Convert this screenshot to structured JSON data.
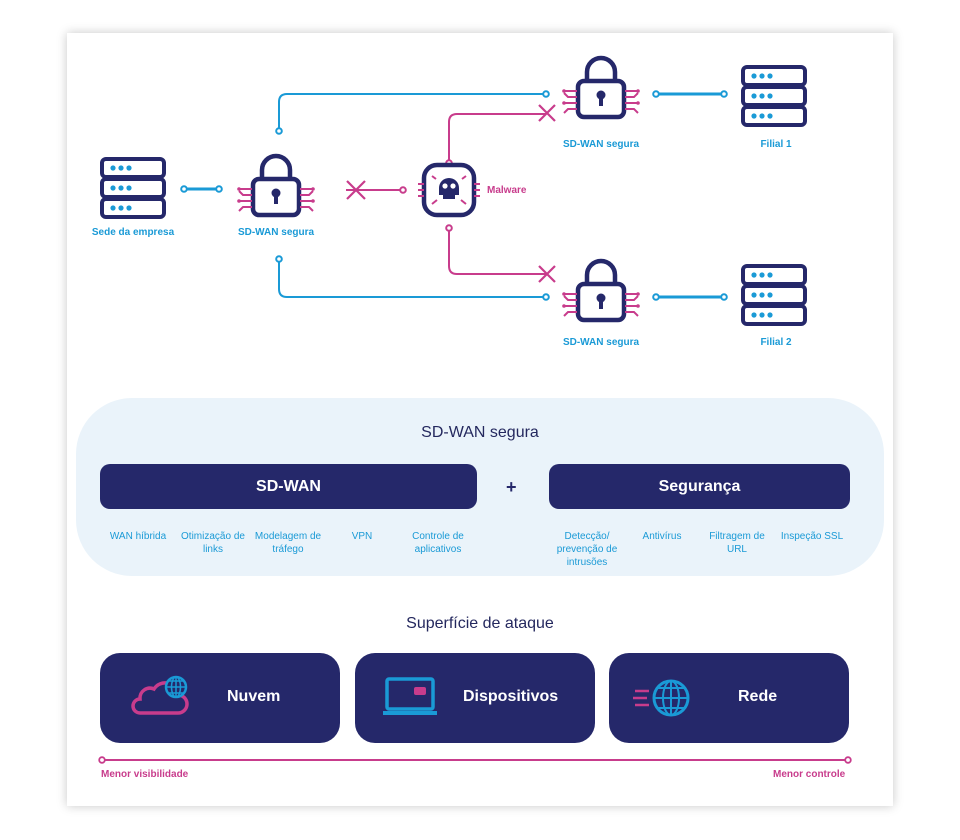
{
  "network": {
    "hq_label": "Sede da empresa",
    "sdwan_main_label": "SD-WAN segura",
    "malware_label": "Malware",
    "sdwan_top_label": "SD-WAN segura",
    "sdwan_bottom_label": "SD-WAN segura",
    "branch1_label": "Filial 1",
    "branch2_label": "Filial 2"
  },
  "panel": {
    "title": "SD-WAN segura",
    "left_pill": "SD-WAN",
    "plus": "+",
    "right_pill": "Segurança",
    "left_features": [
      "WAN híbrida",
      "Otimização de links",
      "Modelagem de tráfego",
      "VPN",
      "Controle de aplicativos"
    ],
    "right_features": [
      "Detecção/ prevenção de intrusões",
      "Antivírus",
      "Filtragem de URL",
      "Inspeção SSL"
    ]
  },
  "attack_surface": {
    "title": "Superfície de ataque",
    "items": [
      "Nuvem",
      "Dispositivos",
      "Rede"
    ],
    "low_visibility": "Menor visibilidade",
    "low_control": "Menor controle"
  },
  "colors": {
    "navy": "#25286a",
    "blue": "#1a9ad6",
    "pink": "#c83c8c",
    "panel_bg": "#eaf3fa"
  }
}
